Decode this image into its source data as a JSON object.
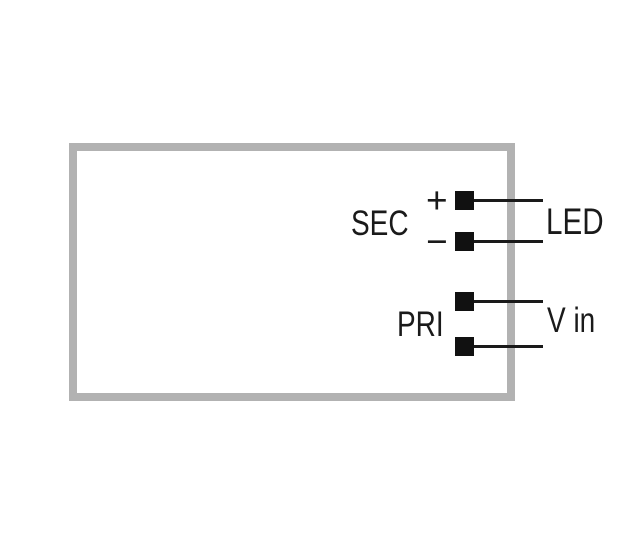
{
  "diagram": {
    "secondary": {
      "group_label": "SEC",
      "plus_label": "+",
      "minus_label": "−",
      "output_label": "LED"
    },
    "primary": {
      "group_label": "PRI",
      "input_label": "V in"
    },
    "terminals": [
      {
        "id": "sec-plus",
        "side": "secondary",
        "sign": "+"
      },
      {
        "id": "sec-minus",
        "side": "secondary",
        "sign": "−"
      },
      {
        "id": "pri-top",
        "side": "primary"
      },
      {
        "id": "pri-bottom",
        "side": "primary"
      }
    ],
    "colors": {
      "background": "#ffffff",
      "box_border": "#b2b2b2",
      "wire": "#1a1a1a",
      "terminal_fill": "#111111",
      "text": "#1a1a1a"
    }
  }
}
